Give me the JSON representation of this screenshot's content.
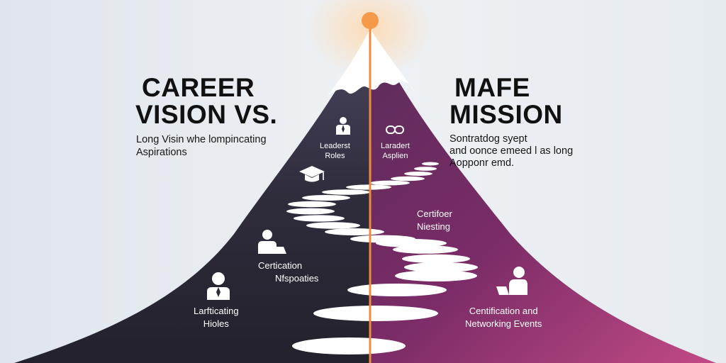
{
  "left": {
    "title_line1": "CAREER",
    "title_line2": "VISION VS.",
    "subtitle_line1": "Long Visin whe lompincating",
    "subtitle_line2": "Aspirations"
  },
  "right": {
    "title_line1": "MAFE",
    "title_line2": "MISSION",
    "subtitle_line1": "Sontratdog syept",
    "subtitle_line2": "and oonce emeed l as long",
    "subtitle_line3": "Aopponr emd."
  },
  "nodes": {
    "top_left_line1": "Leaderst",
    "top_left_line2": "Roles",
    "top_right_line1": "Laradert",
    "top_right_line2": "Asplien",
    "mid_right_line1": "Certifoer",
    "mid_right_line2": "Niesting",
    "mid_left_line1": "Certication",
    "mid_left_line2": "Nfspoaties",
    "low_left_line1": "Larfticating",
    "low_left_line2": "Hioles",
    "low_right_line1": "Centification and",
    "low_right_line2": "Networking Events"
  },
  "colors": {
    "mountain_left": "#2e2c3a",
    "mountain_right": "#8a2f6e",
    "snow": "#ffffff",
    "divider": "#f08a3c",
    "sun": "#f59a4a"
  }
}
